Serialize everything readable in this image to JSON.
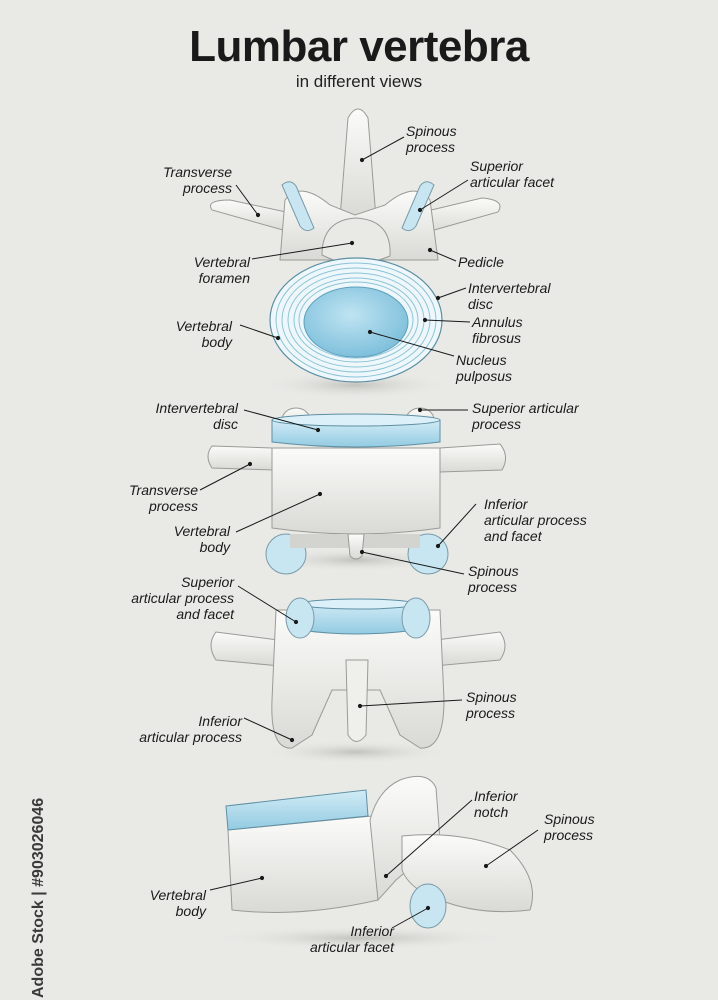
{
  "title": "Lumbar vertebra",
  "subtitle": "in different views",
  "stock_id": "Adobe Stock | #903026046",
  "views": {
    "top": {
      "spinous_process": "Spinous\nprocess",
      "transverse_process": "Transverse\nprocess",
      "superior_articular_facet": "Superior\narticular facet",
      "vertebral_foramen": "Vertebral\nforamen",
      "pedicle": "Pedicle",
      "intervertebral_disc": "Intervertebral\ndisc",
      "vertebral_body": "Vertebral\nbody",
      "annulus_fibrosus": "Annulus\nfibrosus",
      "nucleus_pulposus": "Nucleus\npulposus"
    },
    "anterior": {
      "intervertebral_disc": "Intervertebral\ndisc",
      "superior_articular_process": "Superior articular\nprocess",
      "transverse_process": "Transverse\nprocess",
      "vertebral_body": "Vertebral\nbody",
      "inferior_articular_process_facet": "Inferior\narticular process\nand facet",
      "spinous_process": "Spinous\nprocess"
    },
    "posterior": {
      "superior_articular_process_facet": "Superior\narticular process\nand facet",
      "spinous_process": "Spinous\nprocess",
      "inferior_articular_process": "Inferior\narticular process"
    },
    "lateral": {
      "inferior_notch": "Inferior\nnotch",
      "spinous_process": "Spinous\nprocess",
      "vertebral_body": "Vertebral\nbody",
      "inferior_articular_facet": "Inferior\narticular facet"
    }
  }
}
